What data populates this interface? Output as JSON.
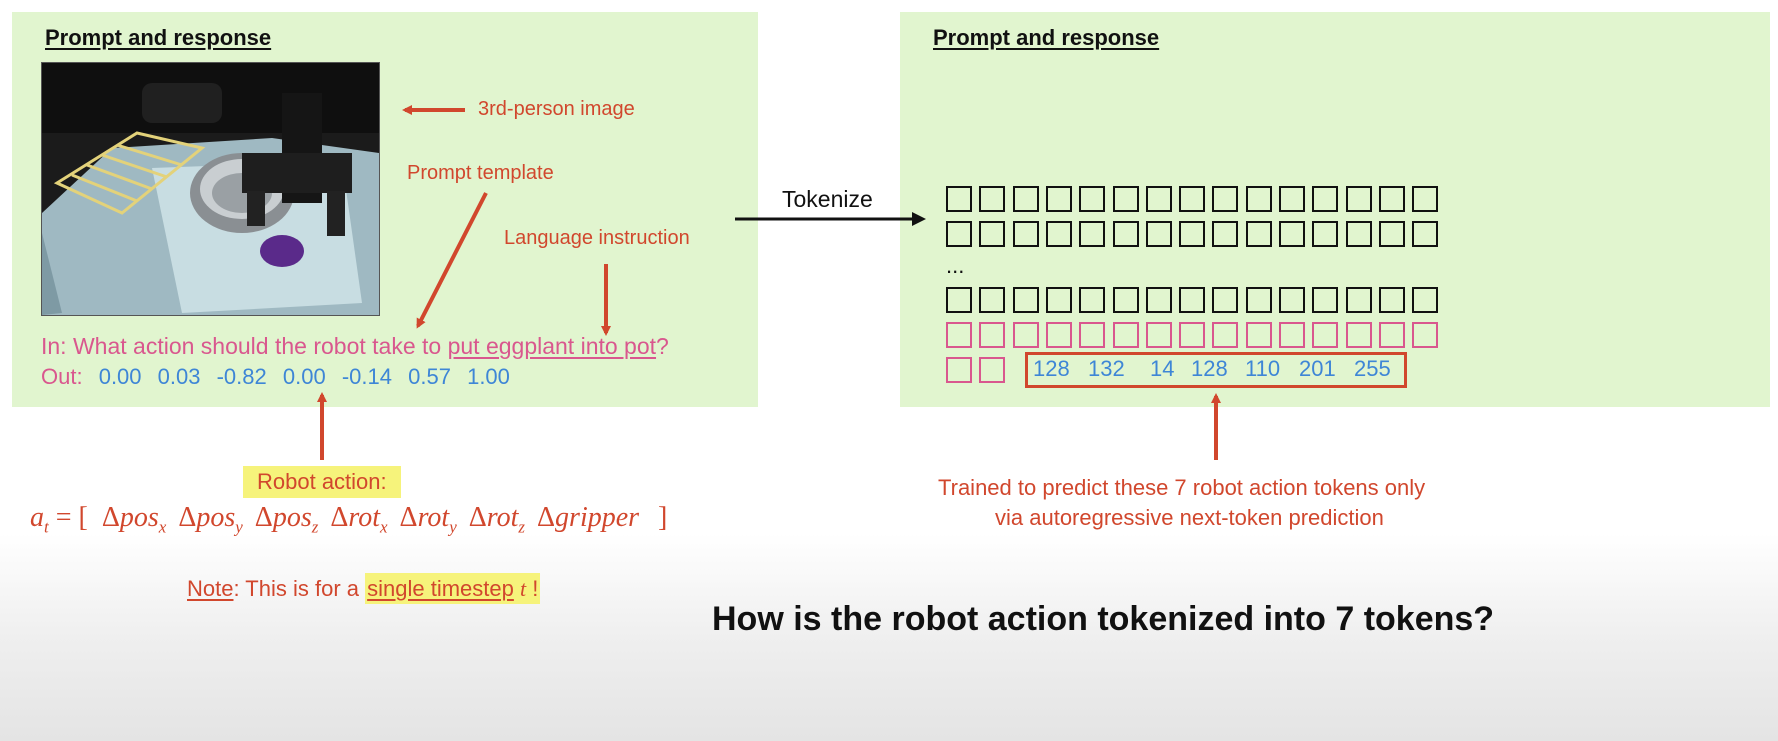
{
  "left_panel": {
    "title": "Prompt and response",
    "label_image": "3rd-person image",
    "label_template": "Prompt template",
    "label_instruction": "Language instruction",
    "prompt_prefix": "In: What action should the robot take to ",
    "prompt_instruction": "put eggplant into pot",
    "prompt_suffix": "?",
    "out_label": "Out:",
    "out_values": [
      "0.00",
      "0.03",
      "-0.82",
      "0.00",
      "-0.14",
      "0.57",
      "1.00"
    ]
  },
  "arrow_label": "Tokenize",
  "right_panel": {
    "title": "Prompt and response",
    "ellipsis": "...",
    "tokens": [
      "128",
      "132",
      "14",
      "128",
      "110",
      "201",
      "255"
    ]
  },
  "robot_action": {
    "label": "Robot action:",
    "formula_lhs": "a",
    "formula_sub": "t",
    "formula_eq": " = [ ",
    "components": [
      {
        "delta": "Δ",
        "name": "pos",
        "sub": "x"
      },
      {
        "delta": "Δ",
        "name": "pos",
        "sub": "y"
      },
      {
        "delta": "Δ",
        "name": "pos",
        "sub": "z"
      },
      {
        "delta": "Δ",
        "name": "rot",
        "sub": "x"
      },
      {
        "delta": "Δ",
        "name": "rot",
        "sub": "y"
      },
      {
        "delta": "Δ",
        "name": "rot",
        "sub": "z"
      },
      {
        "delta": "Δ",
        "name": "gripper",
        "sub": ""
      }
    ],
    "formula_close": " ]"
  },
  "note": {
    "label": "Note",
    "text": ": This is for a ",
    "highlight": "single timestep",
    "var": "t",
    "bang": " !"
  },
  "trained_line1": "Trained to predict these 7 robot action tokens only",
  "trained_line2": "via autoregressive next-token prediction",
  "question": "How is the robot action tokenized into 7 tokens?",
  "colors": {
    "panel_bg": "#e1f5cf",
    "annotation_red": "#d1472d",
    "prompt_pink": "#d9578e",
    "value_blue": "#3e86d6",
    "highlight_yellow": "#f6f37b"
  }
}
